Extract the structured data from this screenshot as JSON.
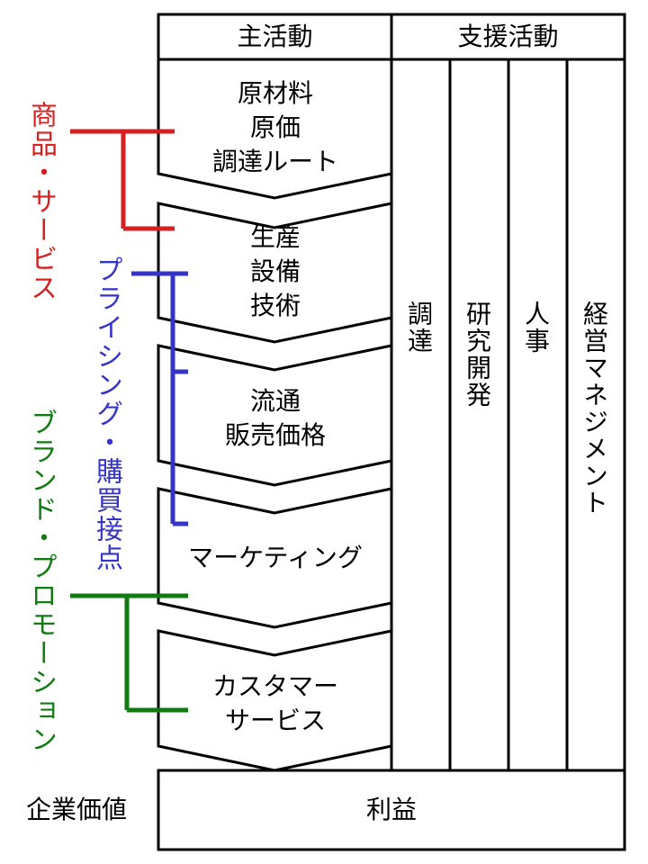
{
  "header": {
    "primary_label": "主活動",
    "support_label": "支援活動"
  },
  "primary_activities": [
    "原材料\n原価\n調達ルート",
    "生産\n設備\n技術",
    "流通\n販売価格",
    "マーケティング",
    "カスタマー\nサービス"
  ],
  "support_activities": [
    "調達",
    "研究開発",
    "人事",
    "経営マネジメント"
  ],
  "footer": {
    "left_label": "企業価値",
    "profit_label": "利益"
  },
  "groups": [
    {
      "label": "商品・サービス",
      "color": "#d61f1f"
    },
    {
      "label": "プライシング・購買接点",
      "color": "#3434c8"
    },
    {
      "label": "ブランド・プロモーション",
      "color": "#117a11"
    }
  ]
}
